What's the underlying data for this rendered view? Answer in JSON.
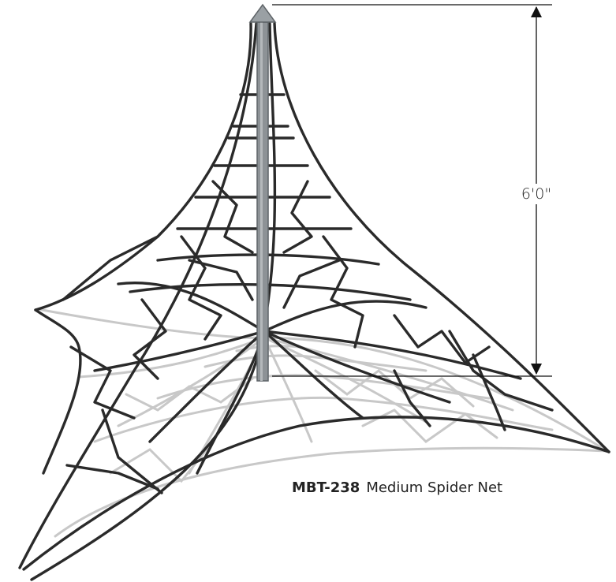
{
  "dimension": {
    "height_label": "6'0\""
  },
  "caption": {
    "code": "MBT-238",
    "name": "Medium Spider Net"
  },
  "colors": {
    "rope": "#2a2a2a",
    "rope_shadow": "#c4c4c4",
    "pole": "#8d9296",
    "dimension_line": "#111111"
  }
}
